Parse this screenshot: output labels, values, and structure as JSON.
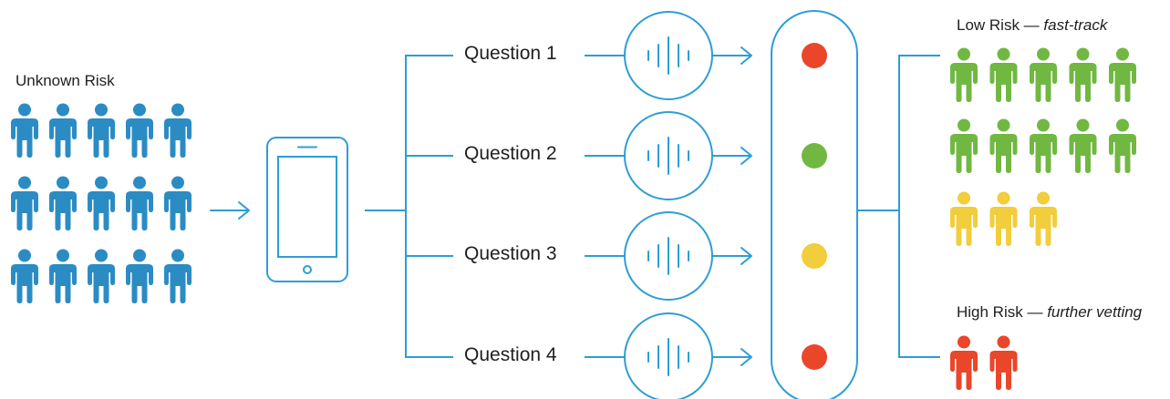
{
  "labels": {
    "unknown": "Unknown Risk",
    "low_main": "Low Risk — ",
    "low_italic": "fast-track",
    "high_main": "High Risk — ",
    "high_italic": "further vetting"
  },
  "questions": [
    {
      "label": "Question 1",
      "result": "#e9462a"
    },
    {
      "label": "Question 2",
      "result": "#71b843"
    },
    {
      "label": "Question 3",
      "result": "#f2cd3c"
    },
    {
      "label": "Question 4",
      "result": "#e9462a"
    }
  ],
  "groups": {
    "unknown": {
      "count": 15,
      "color": "#2b8cc4"
    },
    "low_green": {
      "count": 10,
      "color": "#71b843"
    },
    "low_yellow": {
      "count": 3,
      "color": "#f2cd3c"
    },
    "high": {
      "count": 2,
      "color": "#e9462a"
    }
  },
  "colors": {
    "line": "#2d9ed4"
  },
  "icons": [
    "person-icon",
    "phone-icon",
    "audio-waveform-icon",
    "arrow-right-icon",
    "status-dot-icon"
  ]
}
